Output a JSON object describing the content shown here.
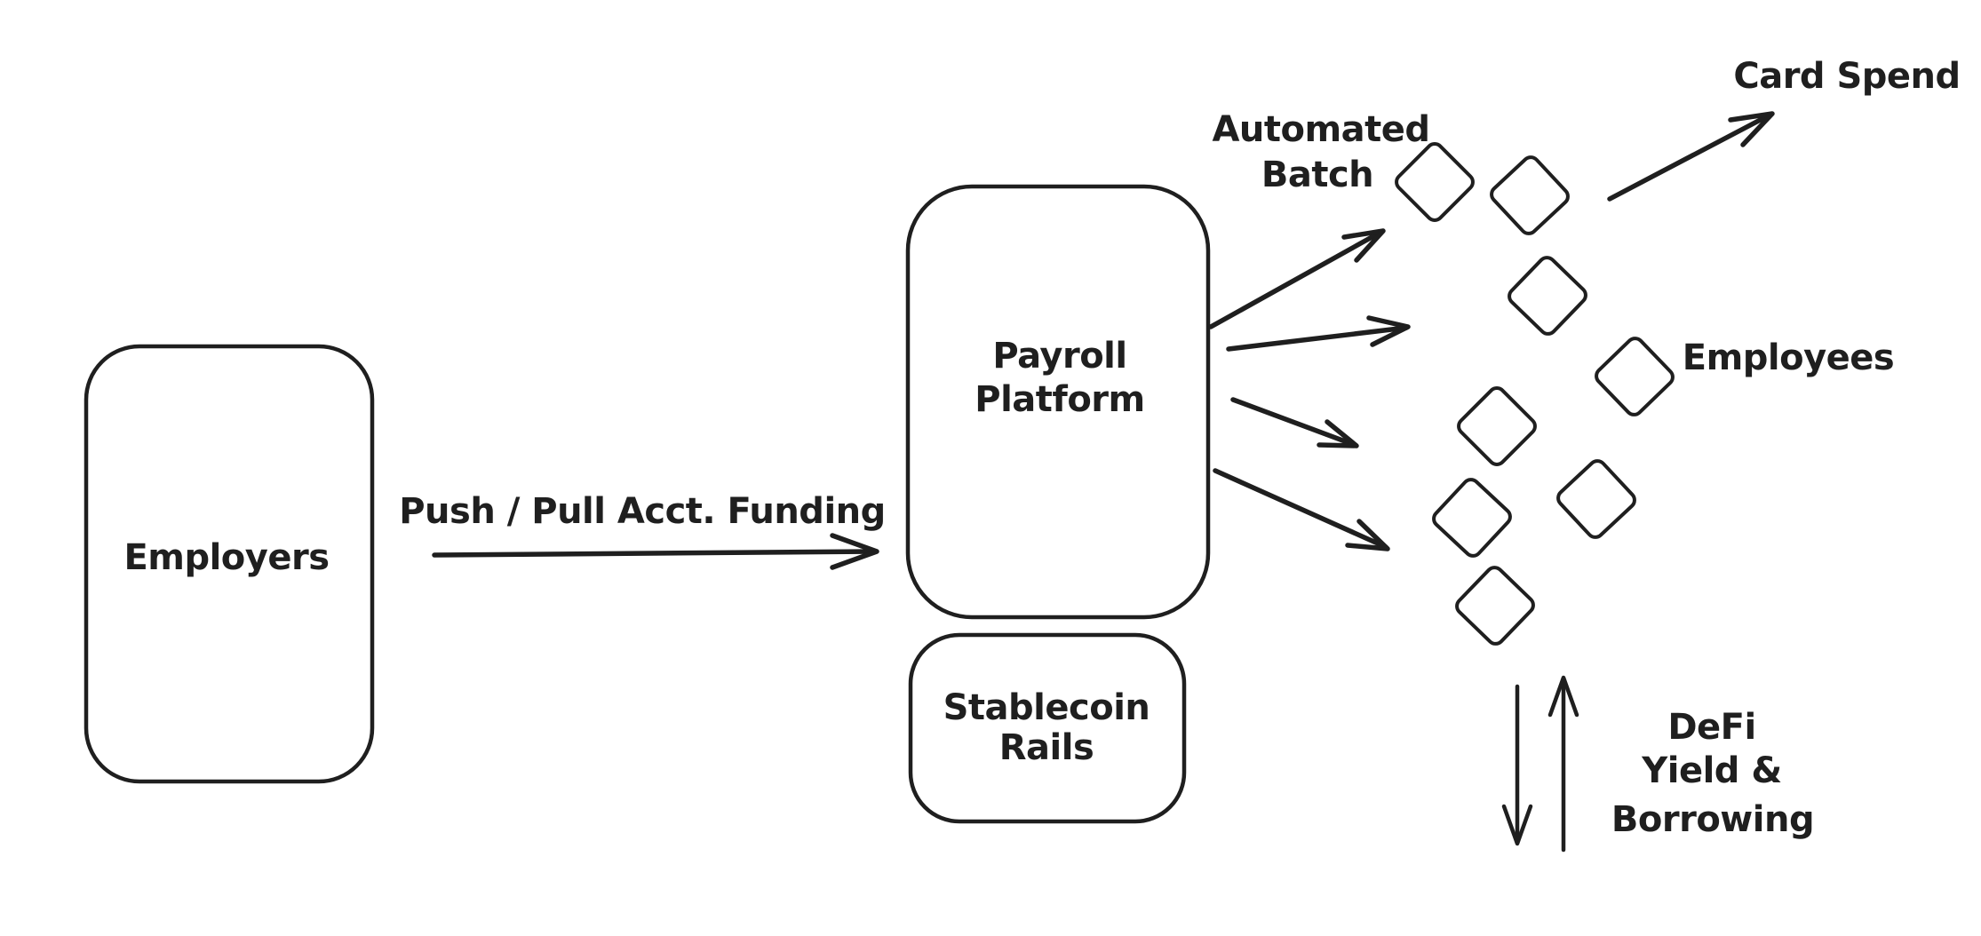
{
  "diagram": {
    "background_color": "#ffffff",
    "stroke_color": "#1f1f1f",
    "nodes": {
      "employers": {
        "label": "Employers"
      },
      "payroll_platform": {
        "label_line1": "Payroll",
        "label_line2": "Platform"
      },
      "stablecoin_rails": {
        "label_line1": "Stablecoin",
        "label_line2": "Rails"
      }
    },
    "edge_labels": {
      "funding": "Push / Pull Acct. Funding",
      "automated_batch_line1": "Automated",
      "automated_batch_line2": "Batch",
      "card_spend": "Card Spend",
      "defi_line1": "DeFi",
      "defi_line2": "Yield &",
      "defi_line3": "Borrowing"
    },
    "group_labels": {
      "employees": "Employees"
    },
    "employee_diamond_count": 8
  }
}
